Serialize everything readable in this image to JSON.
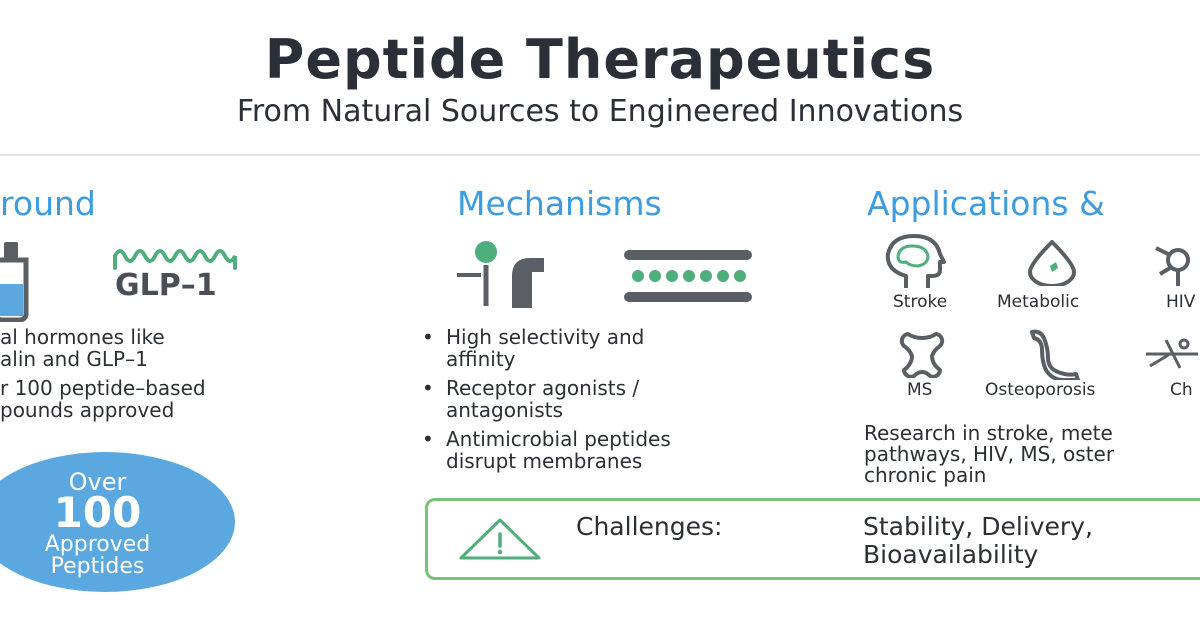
{
  "header": {
    "title": "Peptide Therapeutics",
    "subtitle": "From Natural Sources to Engineered Innovations"
  },
  "background": {
    "heading": "kground",
    "glp_label": "GLP–1",
    "lines": [
      "al hormones like",
      "alin and GLP–1",
      "r 100 peptide–based",
      "pounds approved"
    ],
    "badge": {
      "line1": "Over",
      "line2": "100",
      "line3": "Approved",
      "line4": "Peptides"
    }
  },
  "mechanisms": {
    "heading": "Mechanisms",
    "bullets": [
      [
        "High selectivity and",
        "affinity"
      ],
      [
        "Receptor agonists /",
        "antagonists"
      ],
      [
        "Antimicrobial peptides",
        "disrupt membranes"
      ]
    ]
  },
  "applications": {
    "heading": "Applications &",
    "icon_labels": [
      "Stroke",
      "Metabolic",
      "HIV",
      "MS",
      "Osteoporosis",
      "Ch"
    ],
    "research_lines": [
      "Research in stroke, mete",
      "pathways, HIV, MS, oster",
      "chronic pain"
    ]
  },
  "challenges": {
    "label": "Challenges:",
    "line1": "Stability, Delivery,",
    "line2": "Bioavailability"
  },
  "colors": {
    "accent_blue": "#3d9be0",
    "badge_blue": "#5ba8e0",
    "green": "#4fae7c",
    "border_green": "#78c27a",
    "dark_gray": "#5a5f66"
  }
}
